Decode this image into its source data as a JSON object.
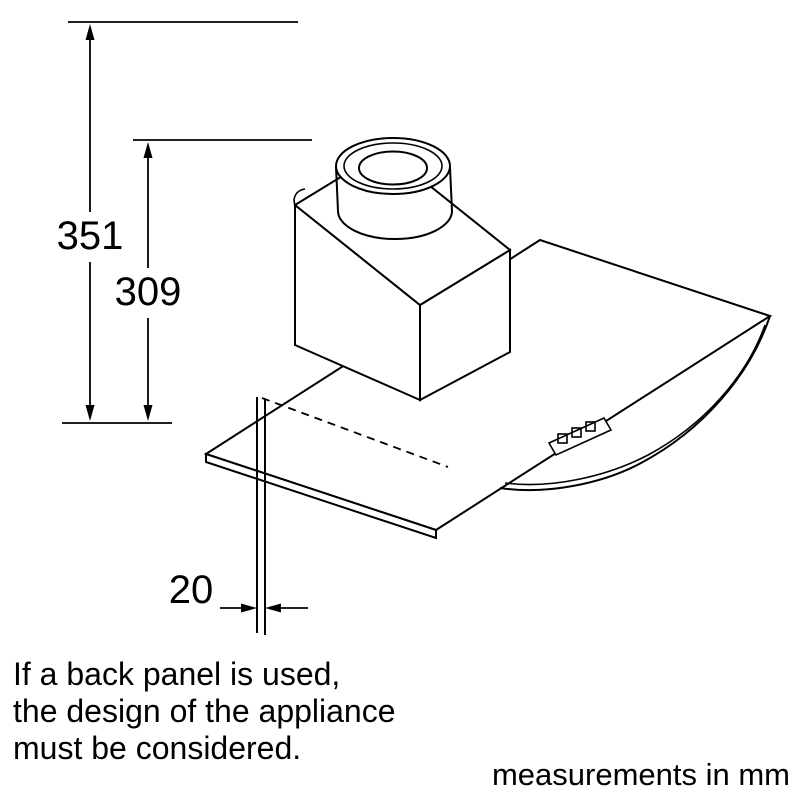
{
  "page": {
    "background": "#ffffff",
    "line_color": "#000000"
  },
  "dimensions": {
    "total_height_mm": "351",
    "duct_top_height_mm": "309",
    "back_panel_thickness_mm": "20"
  },
  "footnote": {
    "line1": "If a back panel is used,",
    "line2": "the design of the appliance",
    "line3": "must be considered."
  },
  "units_note": "measurements in mm"
}
